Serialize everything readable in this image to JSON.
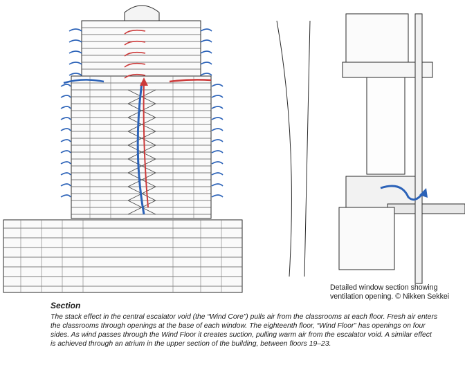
{
  "section_caption": {
    "title": "Section",
    "body": "The stack effect in the central escalator void (the “Wind Core”) pulls air from the classrooms at each floor. Fresh air enters the classrooms through openings at the base of each window. The eighteenth floor, “Wind Floor” has openings on four sides. As wind passes through the Wind Floor it creates suction, pulling warm air from the escalator void. A similar effect is achieved through an atrium in the upper section of the building, between floors 19–23."
  },
  "detail_caption": {
    "text": "Detailed window section showing ventilation opening. © Nikken Sekkei"
  },
  "colors": {
    "line": "#2a2a2a",
    "cool_air": "#2b62b8",
    "warm_air": "#cc3a3a"
  }
}
